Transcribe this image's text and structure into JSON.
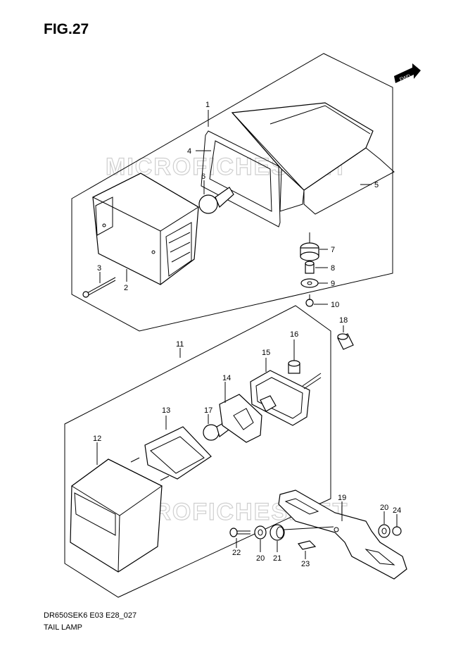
{
  "figure": {
    "title": "FIG.27",
    "code": "DR650SEK6 E03 E28_027",
    "name": "TAIL LAMP"
  },
  "fwd_badge": "FWD",
  "watermark": "MICROFICHES.NET",
  "parts": {
    "p1": "1",
    "p2": "2",
    "p3": "3",
    "p4": "4",
    "p5": "5",
    "p6": "6",
    "p7": "7",
    "p8": "8",
    "p9": "9",
    "p10": "10",
    "p11": "11",
    "p12": "12",
    "p13": "13",
    "p14": "14",
    "p15": "15",
    "p16": "16",
    "p17": "17",
    "p18": "18",
    "p19": "19",
    "p20a": "20",
    "p20b": "20",
    "p21": "21",
    "p22": "22",
    "p23": "23",
    "p24": "24"
  }
}
